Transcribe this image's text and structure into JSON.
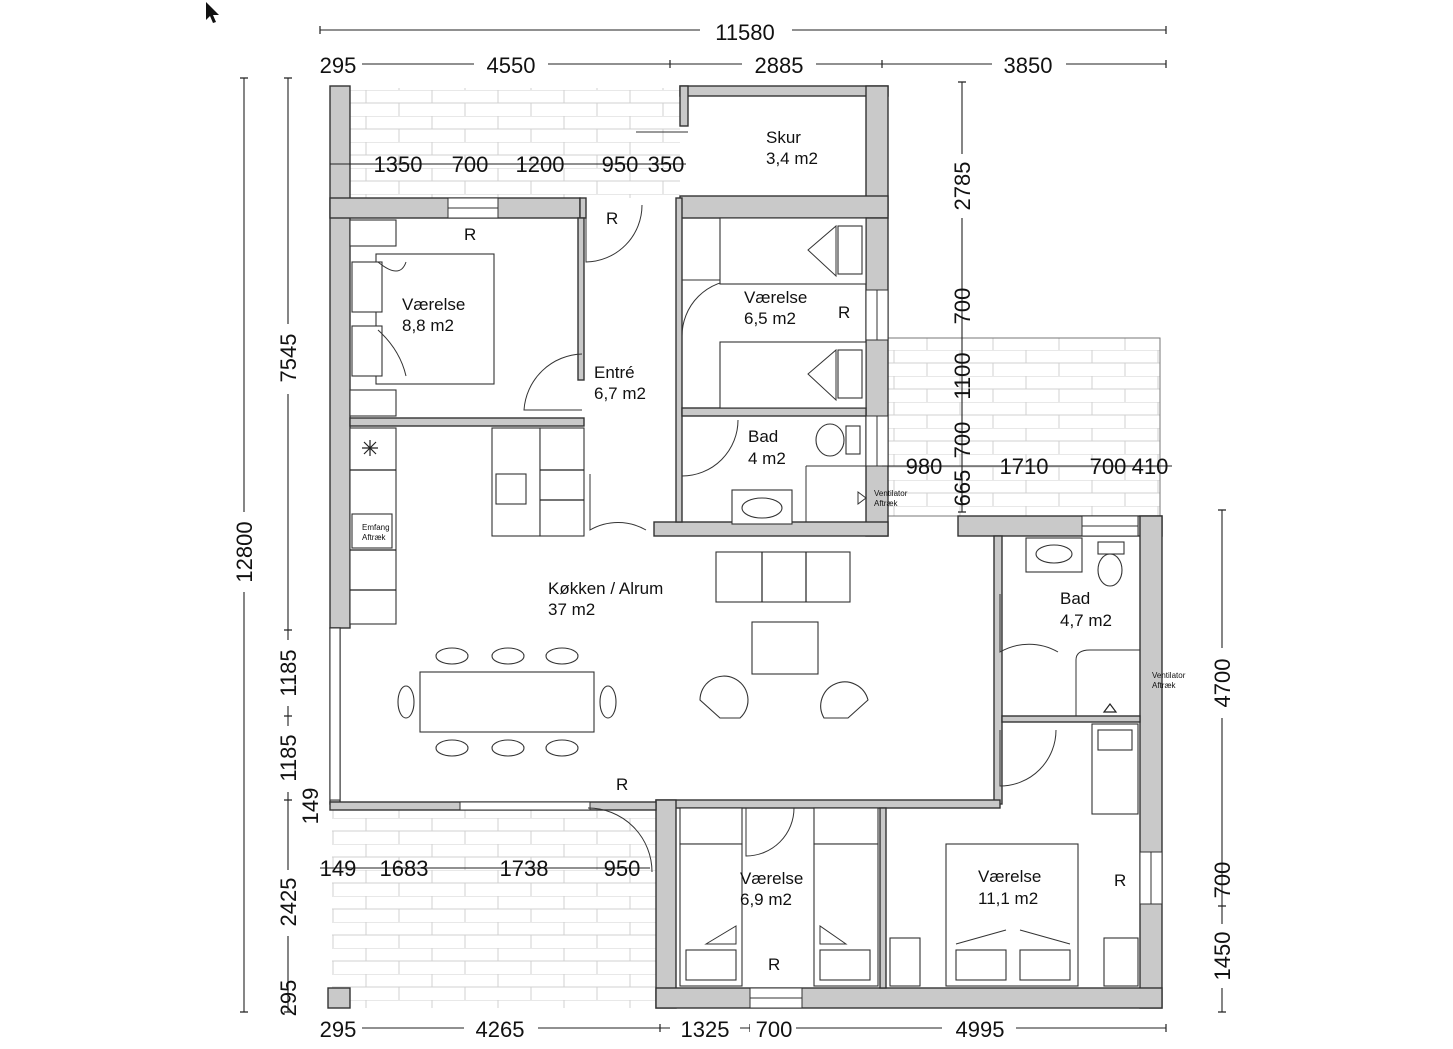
{
  "rooms": {
    "skur": {
      "name": "Skur",
      "area": "3,4 m2"
    },
    "vaerelse1": {
      "name": "Værelse",
      "area": "8,8 m2"
    },
    "entre": {
      "name": "Entré",
      "area": "6,7 m2"
    },
    "vaerelse2": {
      "name": "Værelse",
      "area": "6,5 m2"
    },
    "bad1": {
      "name": "Bad",
      "area": "4 m2"
    },
    "kokken": {
      "name": "Køkken / Alrum",
      "area": "37 m2"
    },
    "bad2": {
      "name": "Bad",
      "area": "4,7 m2"
    },
    "vaerelse3": {
      "name": "Værelse",
      "area": "6,9 m2"
    },
    "vaerelse4": {
      "name": "Værelse",
      "area": "11,1 m2"
    }
  },
  "markers": {
    "radiator": "R"
  },
  "notes": {
    "ventilator1_line1": "Ventilator",
    "ventilator1_line2": "Aftræk",
    "ventilator2_line1": "Ventilator",
    "ventilator2_line2": "Aftræk",
    "emfang_line1": "Emfang",
    "emfang_line2": "Aftræk"
  },
  "dimensions": {
    "top_total": "11580",
    "top_row": [
      "295",
      "4550",
      "2885",
      "3850"
    ],
    "terrace_row": [
      "1350",
      "700",
      "1200",
      "950",
      "350"
    ],
    "left_outer": "12800",
    "left_inner": [
      "7545",
      "1185",
      "1185",
      "149",
      "2425",
      "295"
    ],
    "right_upper": [
      "2785",
      "700",
      "1100",
      "700",
      "665"
    ],
    "right_terrace_row": [
      "980",
      "1710",
      "700",
      "410"
    ],
    "right_lower": [
      "4700",
      "700",
      "1450"
    ],
    "bottom_terrace_row": [
      "149",
      "1683",
      "1738",
      "950"
    ],
    "bottom_row": [
      "295",
      "4265",
      "1325",
      "700",
      "4995"
    ]
  },
  "colors": {
    "wall": "#c9c9c9",
    "line": "#222222",
    "terrace_tile": "#d0d0d0"
  }
}
